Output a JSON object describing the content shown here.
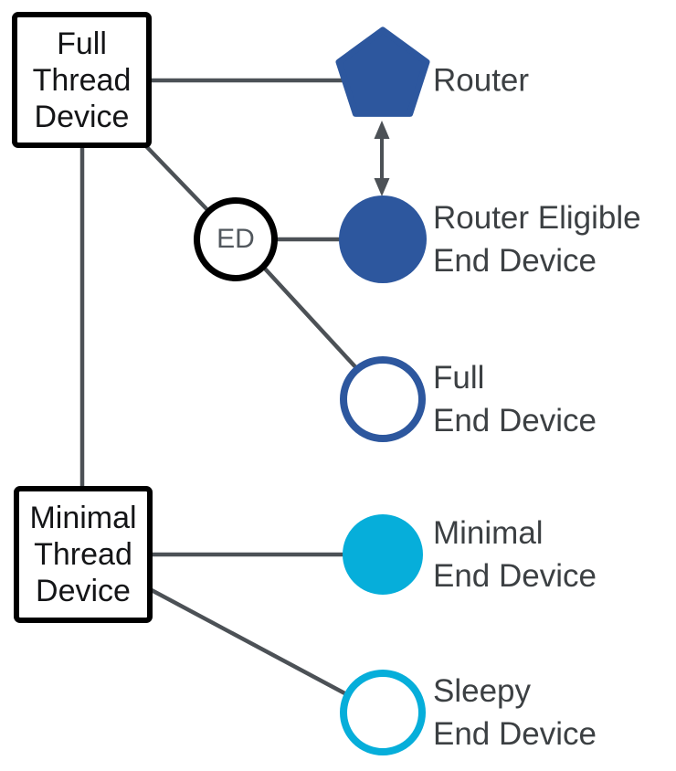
{
  "diagram_name": "thread-device-types",
  "nodes": {
    "full_thread_device": {
      "line1": "Full",
      "line2": "Thread",
      "line3": "Device"
    },
    "minimal_thread_device": {
      "line1": "Minimal",
      "line2": "Thread",
      "line3": "Device"
    },
    "ed": {
      "label": "ED"
    },
    "router": {
      "label": "Router"
    },
    "router_eligible_end_device": {
      "line1": "Router Eligible",
      "line2": "End Device"
    },
    "full_end_device": {
      "line1": "Full",
      "line2": "End Device"
    },
    "minimal_end_device": {
      "line1": "Minimal",
      "line2": "End Device"
    },
    "sleepy_end_device": {
      "line1": "Sleepy",
      "line2": "End Device"
    }
  },
  "colors": {
    "router_blue": "#2d579e",
    "minimal_cyan": "#06aeda",
    "connector_gray": "#4c5156",
    "box_black": "#000000",
    "label_text": "#3c4043",
    "ed_text": "#51575d",
    "background": "#ffffff"
  }
}
